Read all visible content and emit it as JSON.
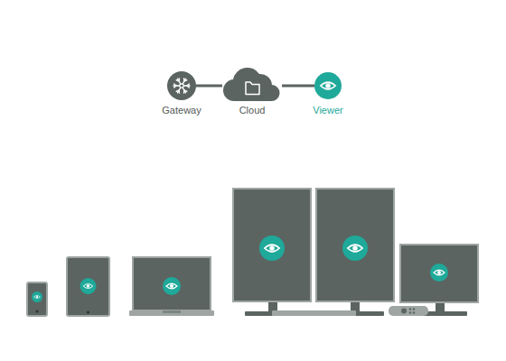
{
  "diagram": {
    "nodes": [
      {
        "text": [
          "Gateway"
        ]
      },
      {
        "text": [
          "Cloud"
        ]
      },
      {
        "text": [
          "Viewer"
        ]
      }
    ],
    "edges": [
      {
        "from": 0,
        "to": 1,
        "arrow": "none"
      },
      {
        "from": 1,
        "to": 2,
        "arrow": "none"
      }
    ]
  }
}
